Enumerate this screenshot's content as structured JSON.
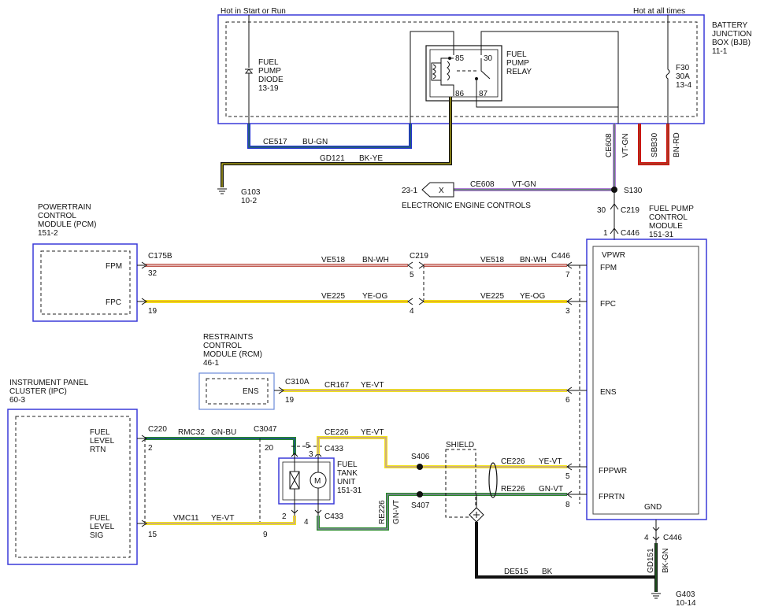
{
  "bjb": {
    "hot_start_run": "Hot in Start or Run",
    "hot_all_times": "Hot at all times",
    "name": [
      "BATTERY",
      "JUNCTION",
      "BOX (BJB)",
      "11-1"
    ]
  },
  "diode": {
    "lines": [
      "FUEL",
      "PUMP",
      "DIODE",
      "13-19"
    ]
  },
  "relay": {
    "lines": [
      "FUEL",
      "PUMP",
      "RELAY"
    ],
    "pins": [
      "85",
      "30",
      "86",
      "87"
    ]
  },
  "fuse": {
    "lines": [
      "F30",
      "30A",
      "13-4"
    ]
  },
  "wires": {
    "ce517": [
      "CE517",
      "BU-GN"
    ],
    "gd121": [
      "GD121",
      "BK-YE"
    ],
    "ce608v": [
      "CE608",
      "VT-GN"
    ],
    "sbb30": [
      "SBB30",
      "BN-RD"
    ],
    "ce608h": [
      "CE608",
      "VT-GN"
    ],
    "ve518a": [
      "VE518",
      "BN-WH"
    ],
    "ve518b": [
      "VE518",
      "BN-WH"
    ],
    "ve225a": [
      "VE225",
      "YE-OG"
    ],
    "ve225b": [
      "VE225",
      "YE-OG"
    ],
    "cr167": [
      "CR167",
      "YE-VT"
    ],
    "rmc32": [
      "RMC32",
      "GN-BU"
    ],
    "vmc11": [
      "VMC11",
      "YE-VT"
    ],
    "ce226a": [
      "CE226",
      "YE-VT"
    ],
    "ce226b": [
      "CE226",
      "YE-VT"
    ],
    "re226a": [
      "RE226",
      "GN-VT"
    ],
    "re226v": [
      "RE226",
      "GN-VT"
    ],
    "de515": [
      "DE515",
      "BK"
    ],
    "gd151": [
      "GD151",
      "BK-GN"
    ]
  },
  "ground_g103": [
    "G103",
    "10-2"
  ],
  "ground_g403": [
    "G403",
    "10-14"
  ],
  "eec": {
    "ref": "23-1",
    "x": "X",
    "label": "ELECTRONIC ENGINE CONTROLS"
  },
  "splices": {
    "s130": "S130",
    "s406": "S406",
    "s407": "S407"
  },
  "shield": "SHIELD",
  "pcm": {
    "name": [
      "POWERTRAIN",
      "CONTROL",
      "MODULE (PCM)",
      "151-2"
    ],
    "fpm": "FPM",
    "fpc": "FPC"
  },
  "fpcm": {
    "name": [
      "FUEL PUMP",
      "CONTROL",
      "MODULE",
      "151-31"
    ],
    "pins": {
      "vpwr": "VPWR",
      "fpm": "FPM",
      "fpc": "FPC",
      "ens": "ENS",
      "fppwr": "FPPWR",
      "fprtn": "FPRTN",
      "gnd": "GND"
    }
  },
  "rcm": {
    "name": [
      "RESTRAINTS",
      "CONTROL",
      "MODULE (RCM)",
      "46-1"
    ],
    "ens": "ENS"
  },
  "ipc": {
    "name": [
      "INSTRUMENT PANEL",
      "CLUSTER (IPC)",
      "60-3"
    ],
    "rtn": [
      "FUEL",
      "LEVEL",
      "RTN"
    ],
    "sig": [
      "FUEL",
      "LEVEL",
      "SIG"
    ]
  },
  "ftu": {
    "name": [
      "FUEL",
      "TANK",
      "UNIT",
      "151-31"
    ]
  },
  "connectors": {
    "c219top": "C219",
    "c446top": "C446",
    "c175b": "C175B",
    "c219": "C219",
    "c446": "C446",
    "c310a": "C310A",
    "c220": "C220",
    "c3047": "C3047",
    "c433a": "C433",
    "c433b": "C433",
    "c446gnd": "C446"
  },
  "pins": {
    "p30": "30",
    "p1": "1",
    "pcm_fpm": "32",
    "pcm_fpc": "19",
    "c219_fpm": "5",
    "c219_fpc": "4",
    "fp_fpm": "7",
    "fp_fpc": "3",
    "rcm_ens": "19",
    "fp_ens": "6",
    "ipc_rtn": "2",
    "ipc_sig": "15",
    "c3047_rtn": "20",
    "c3047_sig": "9",
    "ftu5": "5",
    "ftu3": "3",
    "ftu2": "2",
    "ftu4": "4",
    "fp_fppwr": "5",
    "fp_fprtn": "8",
    "gnd4": "4"
  },
  "colors": {
    "bu": "#1f2fd0",
    "gn": "#2a8a2a",
    "bk": "#111111",
    "ye": "#f2e41a",
    "vt": "#b07bd8",
    "rd": "#d01010",
    "bn": "#8b5a2b",
    "wh": "#ffffff"
  }
}
